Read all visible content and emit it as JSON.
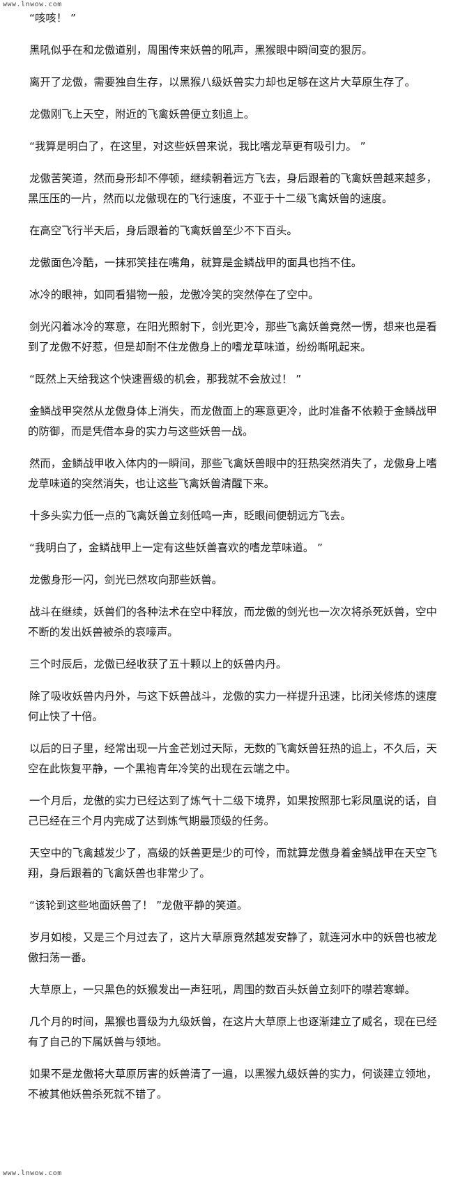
{
  "watermark": {
    "top": "www.lnwow.com",
    "bottom": "www.lnwow.com"
  },
  "paragraphs": [
    "“咳咳！ ”",
    "黑吼似乎在和龙傲道别，周围传来妖兽的吼声，黑猴眼中瞬间变的狠厉。",
    "离开了龙傲，需要独自生存，以黑猴八级妖兽实力却也足够在这片大草原生存了。",
    "龙傲刚飞上天空，附近的飞禽妖兽便立刻追上。",
    "“我算是明白了，在这里，对这些妖兽来说，我比嗜龙草更有吸引力。 ”",
    "龙傲苦笑道，然而身形却不停顿，继续朝着远方飞去，身后跟着的飞禽妖兽越来越多，黑压压的一片，然而以龙傲现在的飞行速度，不亚于十二级飞禽妖兽的速度。",
    "在高空飞行半天后，身后跟着的飞禽妖兽至少不下百头。",
    "龙傲面色冷酷，一抹邪笑挂在嘴角，就算是金鳞战甲的面具也挡不住。",
    "冰冷的眼神，如同看猎物一般，龙傲冷笑的突然停在了空中。",
    "剑光闪着冰冷的寒意，在阳光照射下，剑光更冷，那些飞禽妖兽竟然一愣，想来也是看到了龙傲不好惹，但是却耐不住龙傲身上的嗜龙草味道，纷纷嘶吼起来。",
    "“既然上天给我这个快速晋级的机会，那我就不会放过！ ”",
    "金鳞战甲突然从龙傲身体上消失，而龙傲面上的寒意更冷，此时准备不依赖于金鳞战甲的防御，而是凭借本身的实力与这些妖兽一战。",
    "然而，金鳞战甲收入体内的一瞬间，那些飞禽妖兽眼中的狂热突然消失了，龙傲身上嗜龙草味道的突然消失，也让这些飞禽妖兽清醒下来。",
    "十多头实力低一点的飞禽妖兽立刻低鸣一声，眨眼间便朝远方飞去。",
    "“我明白了，金鳞战甲上一定有这些妖兽喜欢的嗜龙草味道。 ”",
    "龙傲身形一闪，剑光已然攻向那些妖兽。",
    "战斗在继续，妖兽们的各种法术在空中释放，而龙傲的剑光也一次次将杀死妖兽，空中不断的发出妖兽被杀的哀嚎声。",
    "三个时辰后，龙傲已经收获了五十颗以上的妖兽内丹。",
    "除了吸收妖兽内丹外，与这下妖兽战斗，龙傲的实力一样提升迅速，比闭关修炼的速度何止快了十倍。",
    "以后的日子里，经常出现一片金芒划过天际，无数的飞禽妖兽狂热的追上，不久后，天空在此恢复平静，一个黑袍青年冷笑的出现在云端之中。",
    "一个月后，龙傲的实力已经达到了炼气十二级下境界，如果按照那七彩凤凰说的话，自己已经在三个月内完成了达到炼气期最顶级的任务。",
    "天空中的飞禽越发少了，高级的妖兽更是少的可怜，而就算龙傲身着金鳞战甲在天空飞翔，身后跟着的飞禽妖兽也非常少了。",
    "“该轮到这些地面妖兽了！ ”龙傲平静的笑道。",
    "岁月如梭，又是三个月过去了，这片大草原竟然越发安静了，就连河水中的妖兽也被龙傲扫荡一番。",
    "大草原上，一只黑色的妖猴发出一声狂吼，周围的数百头妖兽立刻吓的噤若寒蝉。",
    "几个月的时间，黑猴也晋级为九级妖兽，在这片大草原上也逐渐建立了威名，现在已经有了自己的下属妖兽与领地。",
    "如果不是龙傲将大草原厉害的妖兽清了一遍，以黑猴九级妖兽的实力，何谈建立领地，不被其他妖兽杀死就不错了。"
  ]
}
